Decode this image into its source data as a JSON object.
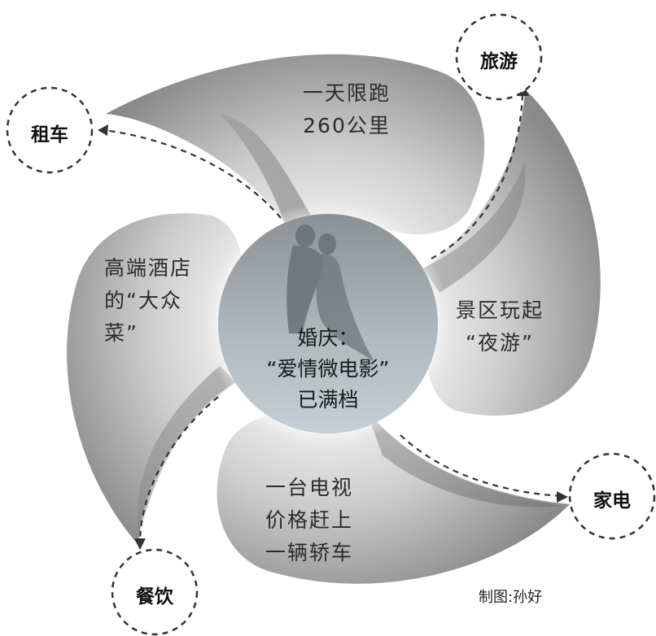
{
  "center": {
    "line1": "婚庆：",
    "line2": "“爱情微电影”",
    "line3": "已满档"
  },
  "blades": {
    "top": [
      "一天限跑",
      "260公里"
    ],
    "left": [
      "高端酒店",
      "的“大众",
      "菜”"
    ],
    "right": [
      "景区玩起",
      "“夜游”"
    ],
    "bottom": [
      "一台电视",
      "价格赶上",
      "一辆轿车"
    ]
  },
  "tags": {
    "rental": "租车",
    "travel": "旅游",
    "appliance": "家电",
    "dining": "餐饮"
  },
  "credit": "制图:孙好",
  "colors": {
    "blade_light": "#f2f2f2",
    "blade_dark": "#8e8e8e",
    "center_top": "#8f9599",
    "center_bottom": "#b9c6cc",
    "dash": "#333333"
  }
}
